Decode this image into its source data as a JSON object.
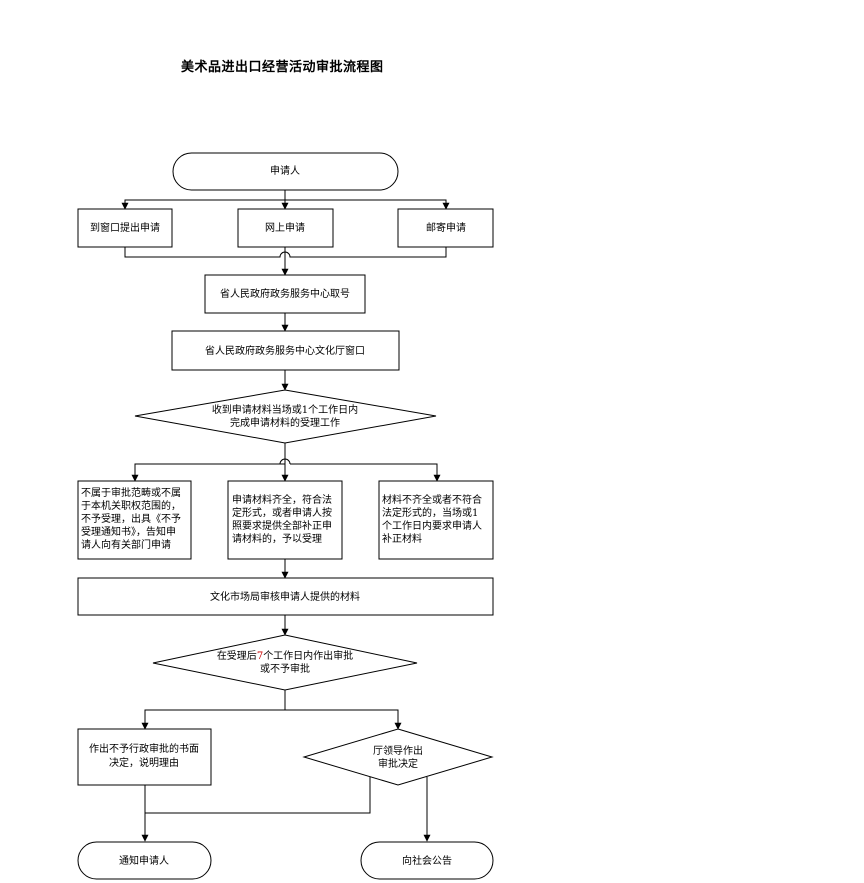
{
  "title": "美术品进出口经营活动审批流程图",
  "nodes": {
    "applicant": "申请人",
    "window": "到窗口提出申请",
    "online": "网上申请",
    "mail": "邮寄申请",
    "take_number": "省人民政府政务服务中心取号",
    "culture_window": "省人民政府政务服务中心文化厅窗口",
    "receive_1": "收到申请材料当场或1个工作日内",
    "receive_2": "完成申请材料的受理工作",
    "reject_1": "不属于审批范畴或不属",
    "reject_2": "于本机关职权范围的，",
    "reject_3": "不予受理，出具《不予",
    "reject_4": "受理通知书》，告知申",
    "reject_5": "请人向有关部门申请",
    "accept_1": "申请材料齐全，符合法",
    "accept_2": "定形式，或者申请人按",
    "accept_3": "照要求提供全部补正申",
    "accept_4": "请材料的，予以受理",
    "supplement_1": "材料不齐全或者不符合",
    "supplement_2": "法定形式的，当场或1",
    "supplement_3": "个工作日内要求申请人",
    "supplement_4": "补正材料",
    "review": "文化市场局审核申请人提供的材料",
    "decision_a": "在受理后",
    "decision_days": "7",
    "decision_b": "个工作日内作出审批",
    "decision_2": "或不予审批",
    "written_1": "作出不予行政审批的书面",
    "written_2": "决定，说明理由",
    "leader_1": "厅领导作出",
    "leader_2": "审批决定",
    "notify": "通知申请人",
    "announce": "向社会公告"
  }
}
